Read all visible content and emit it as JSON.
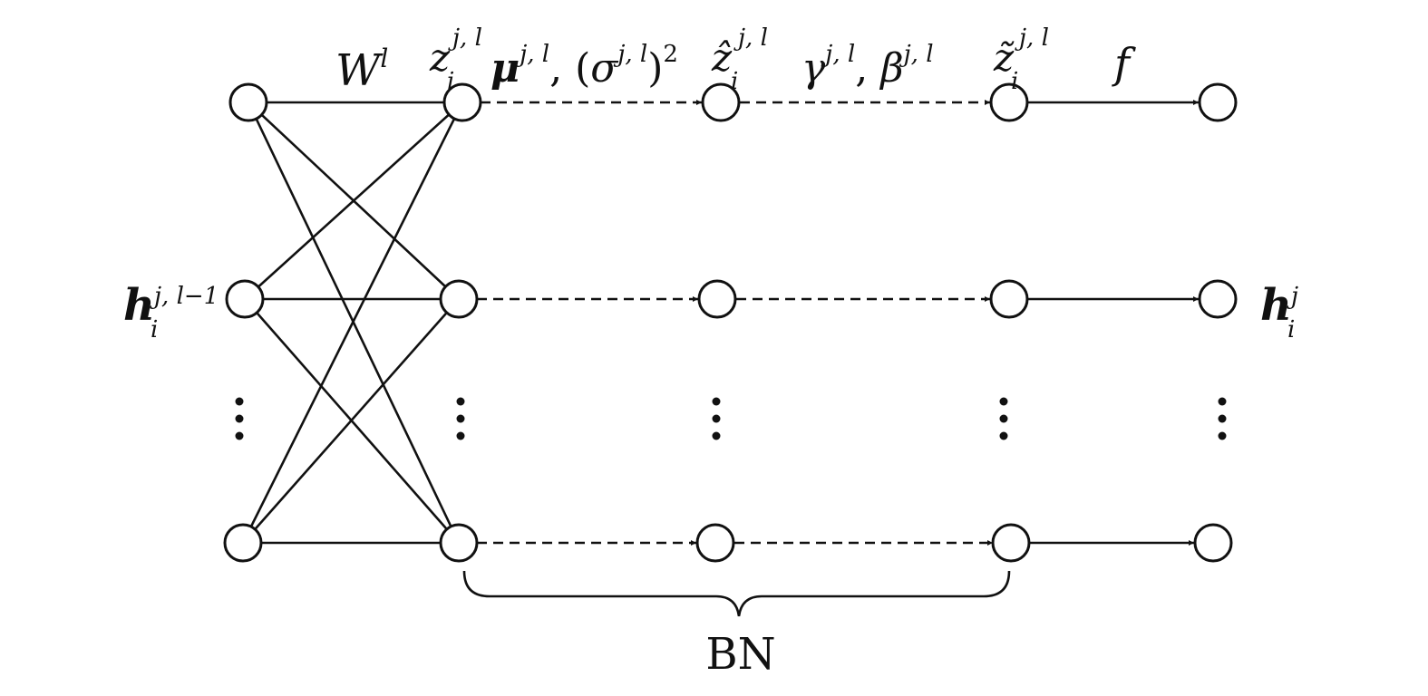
{
  "diagram": {
    "labels": {
      "weight": {
        "base": "W",
        "sup": "l"
      },
      "z": {
        "base": "z",
        "sup": "j, l",
        "sub": "i"
      },
      "stats": {
        "mu": "μ",
        "mu_sup": "j, l",
        "sep": ", (",
        "sigma": "σ",
        "sigma_sup": "j, l",
        "close": ")",
        "pow": "2"
      },
      "zhat": {
        "base": "ẑ",
        "sup": "j, l",
        "sub": "i"
      },
      "params": {
        "gamma": "γ",
        "gamma_sup": "j, l",
        "sep": ", ",
        "beta": "β",
        "beta_sup": "j, l"
      },
      "ztilde": {
        "base": "z̃",
        "sup": "j, l",
        "sub": "i"
      },
      "activation": "f",
      "input": {
        "base": "h",
        "sup": "j, l−1",
        "sub": "i"
      },
      "output": {
        "base": "h",
        "sup": "j",
        "sub": "i"
      },
      "brace": "BN"
    }
  }
}
